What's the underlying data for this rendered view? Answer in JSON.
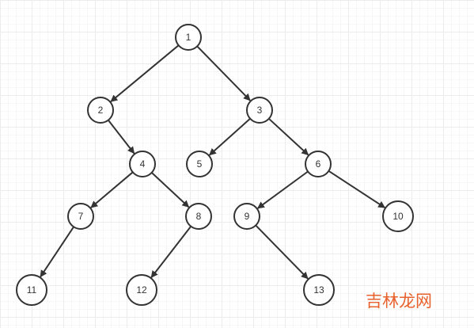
{
  "diagram": {
    "type": "binary-tree",
    "colors": {
      "stroke": "#333333",
      "node_fill": "#ffffff",
      "label": "#333333",
      "watermark": "#e8612c"
    },
    "nodes": [
      {
        "id": "n1",
        "label": "1"
      },
      {
        "id": "n2",
        "label": "2"
      },
      {
        "id": "n3",
        "label": "3"
      },
      {
        "id": "n4",
        "label": "4"
      },
      {
        "id": "n5",
        "label": "5"
      },
      {
        "id": "n6",
        "label": "6"
      },
      {
        "id": "n7",
        "label": "7"
      },
      {
        "id": "n8",
        "label": "8"
      },
      {
        "id": "n9",
        "label": "9"
      },
      {
        "id": "n10",
        "label": "10"
      },
      {
        "id": "n11",
        "label": "11"
      },
      {
        "id": "n12",
        "label": "12"
      },
      {
        "id": "n13",
        "label": "13"
      }
    ],
    "edges": [
      {
        "from": "n1",
        "to": "n2"
      },
      {
        "from": "n1",
        "to": "n3"
      },
      {
        "from": "n2",
        "to": "n4"
      },
      {
        "from": "n3",
        "to": "n5"
      },
      {
        "from": "n3",
        "to": "n6"
      },
      {
        "from": "n4",
        "to": "n7"
      },
      {
        "from": "n4",
        "to": "n8"
      },
      {
        "from": "n6",
        "to": "n9"
      },
      {
        "from": "n6",
        "to": "n10"
      },
      {
        "from": "n7",
        "to": "n11"
      },
      {
        "from": "n8",
        "to": "n12"
      },
      {
        "from": "n9",
        "to": "n13"
      }
    ]
  },
  "watermark": {
    "text": "吉林龙网"
  }
}
